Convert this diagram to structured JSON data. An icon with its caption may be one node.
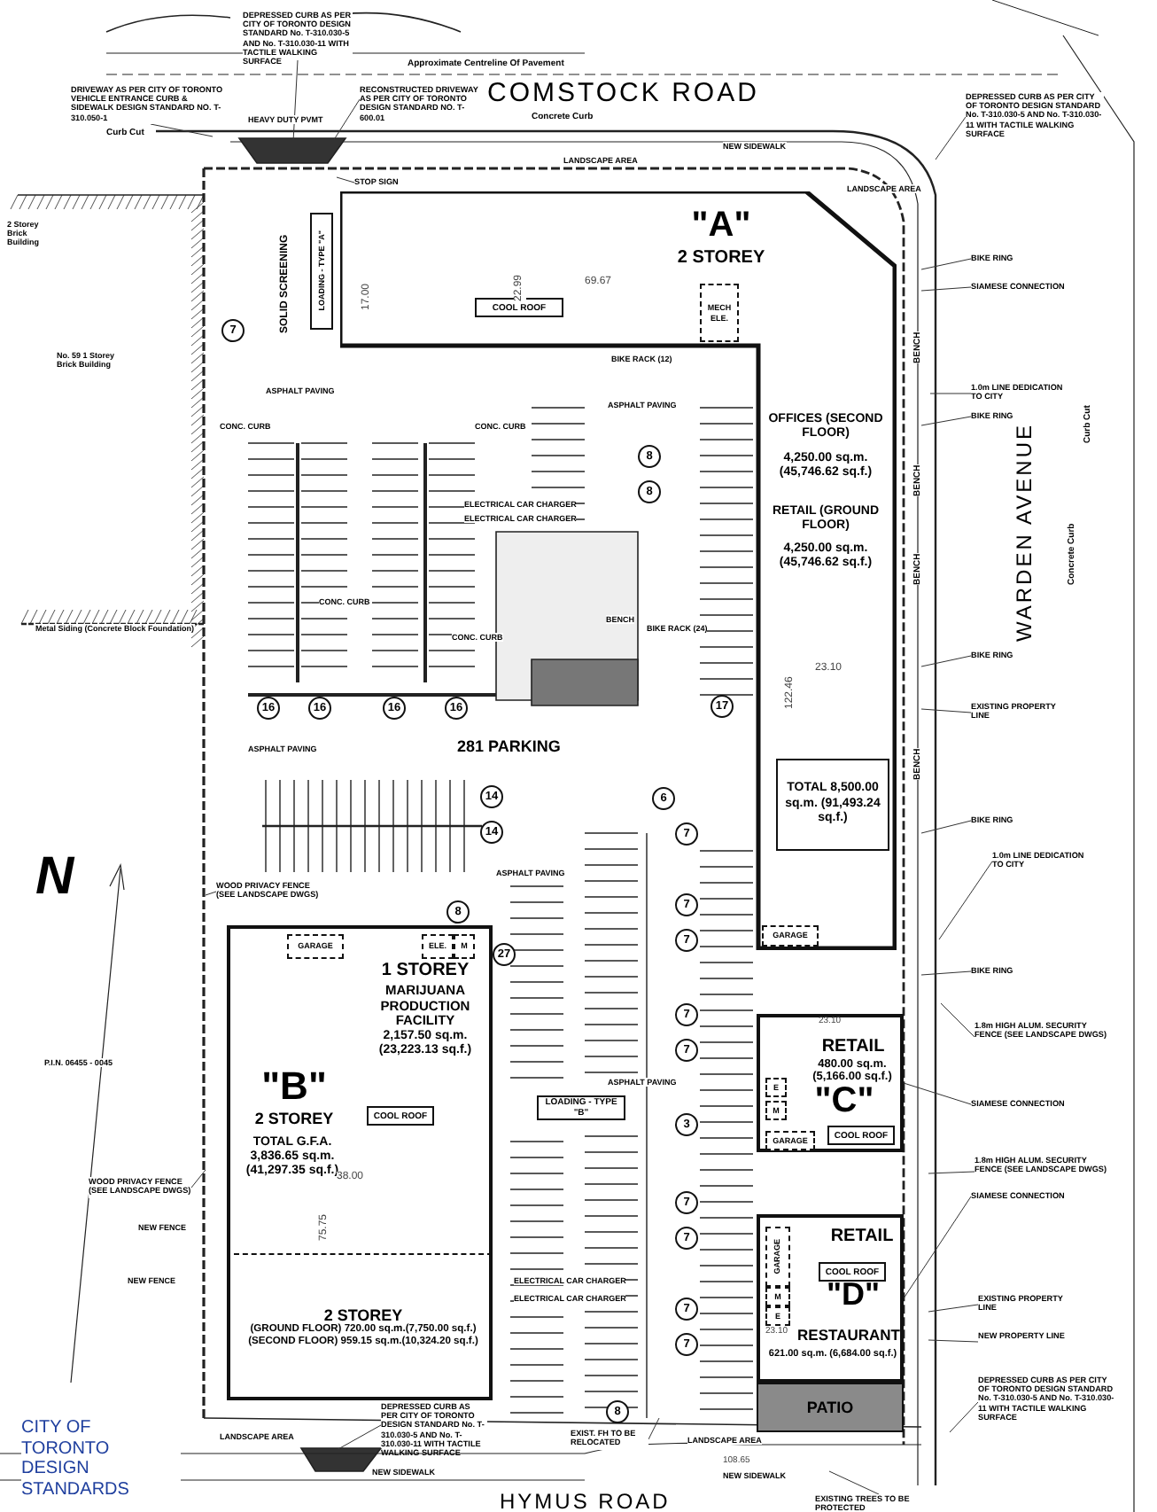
{
  "diagram": {
    "nodes": [
      {
        "text": [
          "\"A\"",
          "2 STOREY",
          "OFFICES (SECOND FLOOR)",
          "4,250.00 sq.m. (45,746.62 sq.f.)",
          "RETAIL (GROUND FLOOR)",
          "4,250.00 sq.m. (45,746.62 sq.f.)"
        ]
      },
      {
        "text": [
          "MECH ELE."
        ],
        "in": 0
      },
      {
        "text": [
          "COOL ROOF"
        ],
        "in": 0
      },
      {
        "text": [
          "TOTAL 8,500.00 sq.m. (91,493.24 sq.f.)"
        ],
        "in": 0
      },
      {
        "text": [
          "GARAGE"
        ],
        "in": 0
      },
      {
        "text": [
          "1 STOREY",
          "MARIJUANA PRODUCTION FACILITY",
          "2,157.50 sq.m. (23,223.13 sq.f.)",
          "\"B\"",
          "2 STOREY",
          "TOTAL G.F.A. 3,836.65 sq.m. (41,297.35 sq.f.)"
        ]
      },
      {
        "text": [
          "COOL ROOF"
        ],
        "in": 5
      },
      {
        "text": [
          "GARAGE"
        ],
        "in": 5
      },
      {
        "text": [
          "ELE."
        ],
        "in": 5
      },
      {
        "text": [
          "M"
        ],
        "in": 5
      },
      {
        "text": [
          "2 STOREY",
          "(GROUND FLOOR) 720.00 sq.m.(7,750.00 sq.f.)",
          "(SECOND FLOOR) 959.15 sq.m.(10,324.20 sq.f.)"
        ],
        "in": 5
      },
      {
        "text": [
          "RETAIL",
          "480.00 sq.m. (5,166.00 sq.f.)",
          "\"C\""
        ]
      },
      {
        "text": [
          "COOL ROOF"
        ],
        "in": 11
      },
      {
        "text": [
          "GARAGE"
        ],
        "in": 11
      },
      {
        "text": [
          "E"
        ],
        "in": 11
      },
      {
        "text": [
          "M"
        ],
        "in": 11
      },
      {
        "text": [
          "RETAIL",
          "\"D\"",
          "RESTAURANT",
          "621.00 sq.m. (6,684.00 sq.f.)"
        ]
      },
      {
        "text": [
          "COOL ROOF"
        ],
        "in": 16
      },
      {
        "text": [
          "GARAGE"
        ],
        "in": 16
      },
      {
        "text": [
          "M"
        ],
        "in": 16
      },
      {
        "text": [
          "E"
        ],
        "in": 16
      },
      {
        "text": [
          "PATIO"
        ]
      },
      {
        "text": [
          "LOADING - TYPE \"A\""
        ]
      },
      {
        "text": [
          "LOADING - TYPE \"B\""
        ]
      },
      {
        "text": [
          "DRIVEWAY AS PER CITY OF TORONTO VEHICLE ENTRANCE CURB & SIDEWALK DESIGN STANDARD NO. T-310.050-1"
        ]
      },
      {
        "text": [
          "DEPRESSED CURB AS PER CITY OF TORONTO DESIGN STANDARD No. T-310.030-5 AND No. T-310.030-11 WITH TACTILE WALKING SURFACE"
        ]
      },
      {
        "text": [
          "RECONSTRUCTED DRIVEWAY AS PER CITY OF TORONTO DESIGN STANDARD NO. T-600.01"
        ]
      },
      {
        "text": [
          "STOP SIGN"
        ]
      },
      {
        "text": [
          "DEPRESSED CURB AS PER CITY OF TORONTO DESIGN STANDARD No. T-310.030-5 AND No. T-310.030-11 WITH TACTILE WALKING SURFACE"
        ]
      },
      {
        "text": [
          "BIKE RING"
        ]
      },
      {
        "text": [
          "SIAMESE CONNECTION"
        ]
      },
      {
        "text": [
          "1.0m LINE DEDICATION TO CITY"
        ]
      },
      {
        "text": [
          "BIKE RING"
        ]
      },
      {
        "text": [
          "BIKE RING"
        ]
      },
      {
        "text": [
          "EXISTING PROPERTY LINE"
        ]
      },
      {
        "text": [
          "BIKE RING"
        ]
      },
      {
        "text": [
          "1.0m LINE DEDICATION TO CITY"
        ]
      },
      {
        "text": [
          "BIKE RING"
        ]
      },
      {
        "text": [
          "1.8m HIGH ALUM. SECURITY FENCE (SEE LANDSCAPE DWGS)"
        ]
      },
      {
        "text": [
          "SIAMESE CONNECTION"
        ]
      },
      {
        "text": [
          "1.8m HIGH ALUM. SECURITY FENCE (SEE LANDSCAPE DWGS)"
        ]
      },
      {
        "text": [
          "SIAMESE CONNECTION"
        ]
      },
      {
        "text": [
          "EXISTING PROPERTY LINE"
        ]
      },
      {
        "text": [
          "NEW PROPERTY LINE"
        ]
      },
      {
        "text": [
          "DEPRESSED CURB AS PER CITY OF TORONTO DESIGN STANDARD No. T-310.030-5 AND No. T-310.030-11 WITH TACTILE WALKING SURFACE"
        ]
      },
      {
        "text": [
          "WOOD PRIVACY FENCE (SEE LANDSCAPE DWGS)"
        ]
      },
      {
        "text": [
          "WOOD PRIVACY FENCE (SEE LANDSCAPE DWGS)"
        ]
      },
      {
        "text": [
          "DEPRESSED CURB AS PER CITY OF TORONTO DESIGN STANDARD No. T-310.030-5 AND No. T-310.030-11 WITH TACTILE WALKING SURFACE"
        ]
      },
      {
        "text": [
          "EXIST. FH TO BE RELOCATED"
        ]
      },
      {
        "text": [
          "EXISTING TREES TO BE PROTECTED"
        ]
      }
    ],
    "edges": [
      {
        "from": 24,
        "to": null,
        "arrow": "none"
      },
      {
        "from": 25,
        "to": null,
        "arrow": "none"
      },
      {
        "from": 26,
        "to": null,
        "arrow": "none"
      },
      {
        "from": 27,
        "to": null,
        "arrow": "none"
      },
      {
        "from": 28,
        "to": null,
        "arrow": "none"
      },
      {
        "from": 29,
        "to": null,
        "arrow": "none"
      },
      {
        "from": 30,
        "to": null,
        "arrow": "none"
      },
      {
        "from": 31,
        "to": null,
        "arrow": "none"
      },
      {
        "from": 32,
        "to": null,
        "arrow": "none"
      },
      {
        "from": 33,
        "to": null,
        "arrow": "none"
      },
      {
        "from": 34,
        "to": null,
        "arrow": "none"
      },
      {
        "from": 35,
        "to": null,
        "arrow": "none"
      },
      {
        "from": 36,
        "to": null,
        "arrow": "none"
      },
      {
        "from": 37,
        "to": null,
        "arrow": "none"
      },
      {
        "from": 38,
        "to": null,
        "arrow": "none"
      },
      {
        "from": 39,
        "to": 11,
        "arrow": "none"
      },
      {
        "from": 40,
        "to": null,
        "arrow": "none"
      },
      {
        "from": 41,
        "to": 16,
        "arrow": "none"
      },
      {
        "from": 42,
        "to": null,
        "arrow": "none"
      },
      {
        "from": 43,
        "to": null,
        "arrow": "none"
      },
      {
        "from": 44,
        "to": null,
        "arrow": "none"
      },
      {
        "from": 45,
        "to": null,
        "arrow": "none"
      },
      {
        "from": 46,
        "to": null,
        "arrow": "none"
      },
      {
        "from": 47,
        "to": null,
        "arrow": "none"
      },
      {
        "from": 48,
        "to": null,
        "arrow": "none"
      },
      {
        "from": 49,
        "to": null,
        "arrow": "none"
      }
    ],
    "labels": [
      "Approximate Centreline Of Pavement",
      "COMSTOCK ROAD",
      "Concrete Curb",
      "Curb Cut",
      "HEAVY DUTY PVMT",
      "NEW SIDEWALK",
      "LANDSCAPE AREA",
      "LANDSCAPE AREA",
      "WARDEN AVENUE",
      "Concrete Curb",
      "Curb Cut",
      "2 Storey Brick Building",
      "No. 59 1 Storey Brick Building",
      "Metal Siding (Concrete Block Foundation)",
      "SOLID SCREENING",
      "281 PARKING",
      "ASPHALT PAVING",
      "ASPHALT PAVING",
      "ASPHALT PAVING",
      "ASPHALT PAVING",
      "ASPHALT PAVING",
      "CONC. CURB",
      "CONC. CURB",
      "CONC. CURB",
      "CONC. CURB",
      "ELECTRICAL CAR CHARGER",
      "ELECTRICAL CAR CHARGER",
      "ELECTRICAL CAR CHARGER",
      "ELECTRICAL CAR CHARGER",
      "BIKE RACK (12)",
      "BIKE RACK (24)",
      "BENCH",
      "BENCH",
      "BENCH",
      "BENCH",
      "BENCH",
      "N",
      "P.I.N. 06455 - 0045",
      "NEW FENCE",
      "NEW FENCE",
      "CITY OF TORONTO DESIGN STANDARDS",
      "LANDSCAPE AREA",
      "LANDSCAPE AREA",
      "NEW SIDEWALK",
      "NEW SIDEWALK",
      "HYMUS ROAD",
      "17.00",
      "22.99",
      "69.67",
      "122.46",
      "23.10",
      "38.00",
      "75.75",
      "108.65",
      "23.10",
      "23.10",
      "7",
      "16",
      "16",
      "16",
      "16",
      "14",
      "14",
      "8",
      "27",
      "8",
      "8",
      "17",
      "6",
      "7",
      "7",
      "7",
      "7",
      "7",
      "3",
      "7",
      "7",
      "7",
      "7",
      "8"
    ]
  }
}
